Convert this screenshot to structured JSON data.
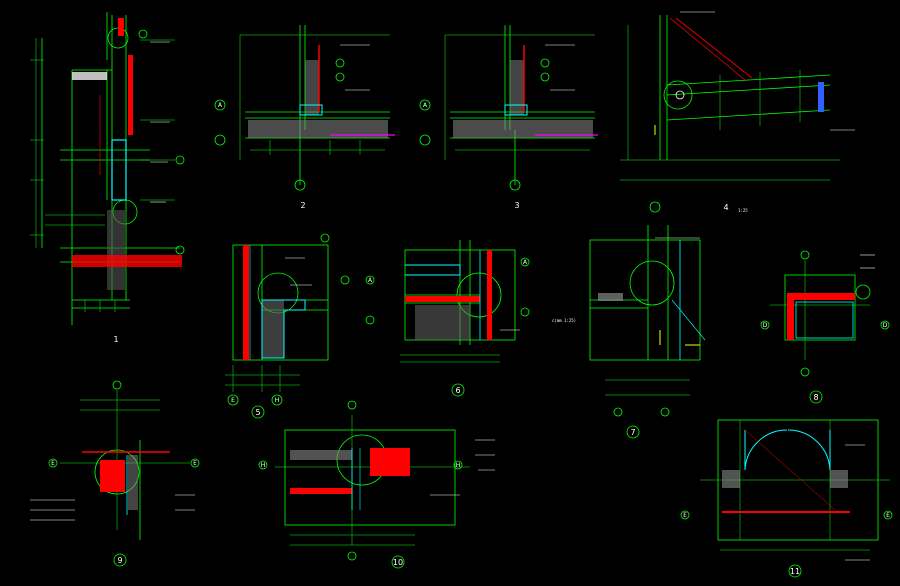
{
  "colors": {
    "background": "#000000",
    "line": "#00ff00",
    "cyan": "#00ffff",
    "red": "#ff0000",
    "white": "#ffffff",
    "magenta": "#ff00ff",
    "blue": "#3060ff",
    "yellow": "#ffff00"
  },
  "details": [
    {
      "id": "1",
      "label": "1"
    },
    {
      "id": "2",
      "label": "2"
    },
    {
      "id": "3",
      "label": "3"
    },
    {
      "id": "4",
      "label": "4"
    },
    {
      "id": "5",
      "label": "5"
    },
    {
      "id": "6",
      "label": "6"
    },
    {
      "id": "7",
      "label": "7"
    },
    {
      "id": "8",
      "label": "8"
    },
    {
      "id": "9",
      "label": "9"
    },
    {
      "id": "10",
      "label": "10"
    },
    {
      "id": "11",
      "label": "11"
    }
  ],
  "axis_marks": {
    "d2": "A",
    "d3": "A",
    "d5a": "E",
    "d5b": "H",
    "d6a": "A",
    "d6b": "A",
    "d8a": "D",
    "d8b": "D",
    "d9a": "E",
    "d9b": "E",
    "d10a": "H",
    "d10b": "H",
    "d11a": "E",
    "d11b": "E"
  },
  "notes": {
    "dim_note_7": "c(mm 1:25)",
    "scale": "1:25"
  }
}
